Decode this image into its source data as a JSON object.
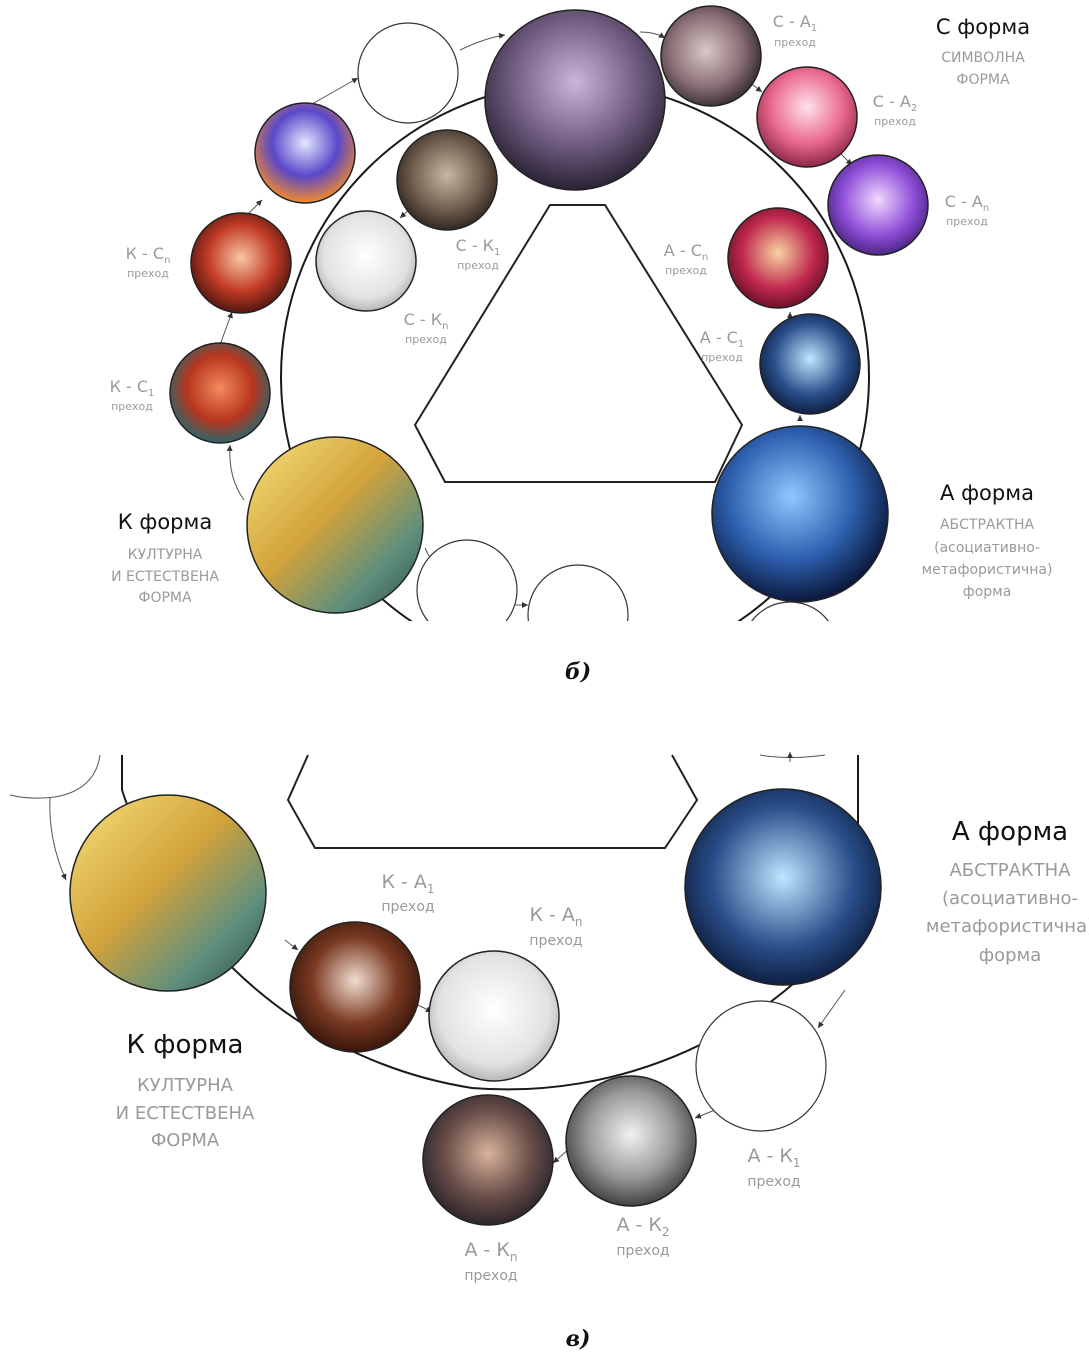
{
  "panel_b": {
    "caption": "б)",
    "c_form": {
      "title": "С форма",
      "sub1": "СИМВОЛНА",
      "sub2": "ФОРМА"
    },
    "a_form": {
      "title": "А форма",
      "sub1": "АБСТРАКТНА",
      "sub2": "(асоциативно-",
      "sub3": "метафористична)",
      "sub4": "форма"
    },
    "k_form": {
      "title": "К форма",
      "sub1": "КУЛТУРНА",
      "sub2": "И ЕСТЕСТВЕНА",
      "sub3": "ФОРМА"
    },
    "transitions": [
      {
        "base": "С - А",
        "sub": "1",
        "word": "преход"
      },
      {
        "base": "С - А",
        "sub": "2",
        "word": "преход"
      },
      {
        "base": "С - А",
        "sub": "n",
        "word": "преход"
      },
      {
        "base": "С - К",
        "sub": "1",
        "word": "преход"
      },
      {
        "base": "С - К",
        "sub": "n",
        "word": "преход"
      },
      {
        "base": "А - С",
        "sub": "n",
        "word": "преход"
      },
      {
        "base": "А - С",
        "sub": "1",
        "word": "преход"
      },
      {
        "base": "К - С",
        "sub": "n",
        "word": "преход"
      },
      {
        "base": "К - С",
        "sub": "1",
        "word": "преход"
      }
    ]
  },
  "panel_v": {
    "caption": "в)",
    "a_form": {
      "title": "А форма",
      "sub1": "АБСТРАКТНА",
      "sub2": "(асоциативно-",
      "sub3": "метафористична)",
      "sub4": "форма"
    },
    "k_form": {
      "title": "К форма",
      "sub1": "КУЛТУРНА",
      "sub2": "И ЕСТЕСТВЕНА",
      "sub3": "ФОРМА"
    },
    "transitions": [
      {
        "base": "К - А",
        "sub": "1",
        "word": "преход"
      },
      {
        "base": "К - А",
        "sub": "n",
        "word": "преход"
      },
      {
        "base": "А - К",
        "sub": "1",
        "word": "преход"
      },
      {
        "base": "А - К",
        "sub": "2",
        "word": "преход"
      },
      {
        "base": "А - К",
        "sub": "n",
        "word": "преход"
      }
    ]
  }
}
